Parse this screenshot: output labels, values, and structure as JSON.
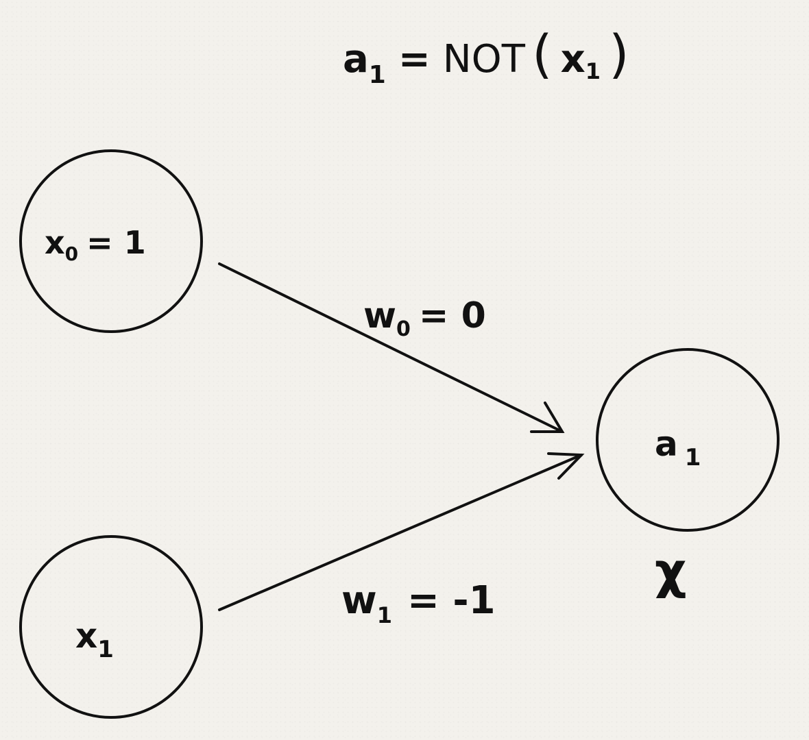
{
  "formula": {
    "lhs": "a",
    "lhs_sub": "1",
    "eq": "=",
    "func": "NOT",
    "arg": "x",
    "arg_sub": "1"
  },
  "nodes": {
    "bias": {
      "name": "x",
      "sub": "0",
      "rest": "= 1"
    },
    "input": {
      "name": "x",
      "sub": "1"
    },
    "output": {
      "name": "a",
      "sub": "1",
      "extra": "χ"
    }
  },
  "weights": {
    "w0": {
      "name": "w",
      "sub": "0",
      "rest": "= 0"
    },
    "w1": {
      "name": "w",
      "sub": "1",
      "rest": "= -1"
    }
  }
}
